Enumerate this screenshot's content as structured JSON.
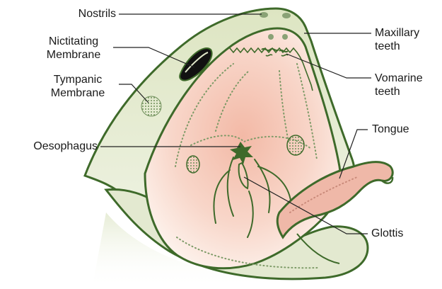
{
  "colors": {
    "skin": "#dfe6c8",
    "outline": "#3e6a2a",
    "mouth": "#f6cdbd",
    "tongue": "#efb8a8",
    "leader": "#222222"
  },
  "labels": {
    "nostrils": "Nostrils",
    "nictitating_l1": "Nictitating",
    "nictitating_l2": "Membrane",
    "tympanic_l1": "Tympanic",
    "tympanic_l2": "Membrane",
    "oesophagus": "Oesophagus",
    "maxillary_l1": "Maxillary",
    "maxillary_l2": "teeth",
    "vomarine_l1": "Vomarine",
    "vomarine_l2": "teeth",
    "tongue": "Tongue",
    "glottis": "Glottis"
  }
}
